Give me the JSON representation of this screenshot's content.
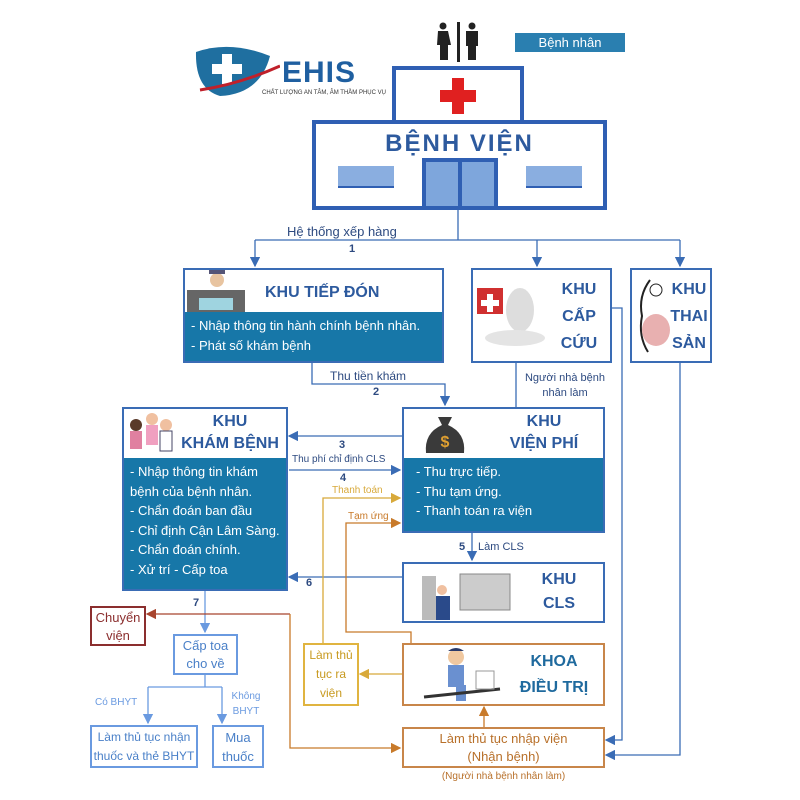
{
  "patient_label": "Bệnh nhân",
  "logo": {
    "brand": "EHIS",
    "tagline": "CHẤT LƯỢNG AN TÂM, ÂM THẦM PHỤC VỤ"
  },
  "hospital_title": "BỆNH VIỆN",
  "queue": {
    "label": "Hệ thống xếp hàng",
    "step": "1"
  },
  "reception": {
    "title": "KHU TIẾP ĐÓN",
    "items": [
      "- Nhập thông tin hành chính bệnh nhân.",
      "- Phát số khám bệnh"
    ]
  },
  "emergency": {
    "title": [
      "KHU",
      "CẤP",
      "CỨU"
    ],
    "note": "Người nhà bệnh nhân làm"
  },
  "maternity": {
    "title": [
      "KHU",
      "THAI",
      "SẢN"
    ]
  },
  "fee_collect": {
    "label": "Thu tiền khám",
    "step": "2"
  },
  "exam": {
    "title": [
      "KHU",
      "KHÁM BỆNH"
    ],
    "items": [
      "- Nhập thông tin khám bệnh của bệnh nhân.",
      "- Chẩn đoán ban đầu",
      "- Chỉ định Cận Lâm Sàng.",
      "- Chẩn đoán chính.",
      "- Xử trí - Cấp toa"
    ]
  },
  "billing": {
    "title": [
      "KHU",
      "VIỆN PHÍ"
    ],
    "items": [
      "- Thu trực tiếp.",
      "- Thu tạm ứng.",
      "- Thanh toán ra viện"
    ]
  },
  "flows": {
    "step3": "3",
    "step4": "4",
    "cls_fee": "Thu phí chỉ định CLS",
    "payment": "Thanh toán",
    "advance": "Tạm ứng",
    "step5": "5",
    "do_cls": "Làm CLS",
    "step6": "6",
    "step7": "7",
    "has_insurance": "Có BHYT",
    "no_insurance": "Không BHYT"
  },
  "cls": {
    "title": [
      "KHU",
      "CLS"
    ]
  },
  "transfer": "Chuyển viện",
  "prescription": "Cấp toa cho về",
  "insurance_drug": "Làm thủ tục nhận thuốc và thẻ BHYT",
  "buy_drug": "Mua thuốc",
  "discharge": "Làm thủ tục ra viện",
  "treatment": {
    "title": [
      "KHOA",
      "ĐIỀU TRỊ"
    ]
  },
  "admission": {
    "title": [
      "Làm thủ tục nhập viện",
      "(Nhận bệnh)"
    ],
    "note": "(Người nhà bệnh nhân làm)"
  },
  "colors": {
    "primary": "#3a6cb5",
    "box_fill": "#1777a8",
    "payment": "#d8a93a",
    "advance": "#c87a2a",
    "transfer": "#8b2e2e",
    "cross": "#e02020"
  }
}
